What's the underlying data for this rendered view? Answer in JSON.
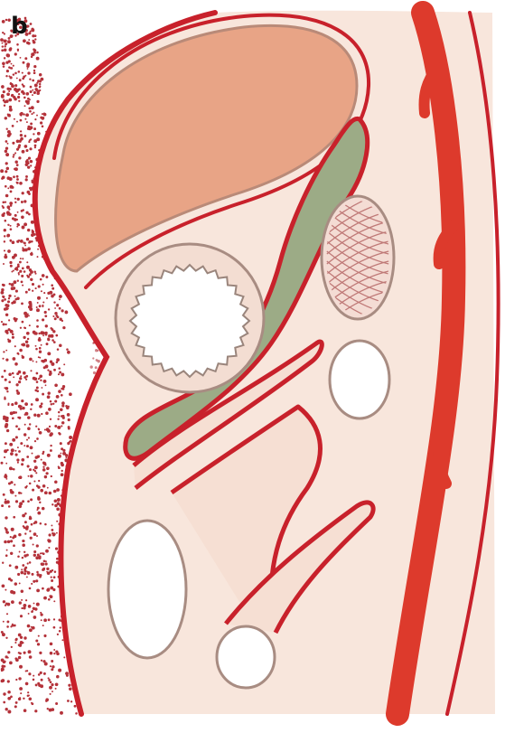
{
  "figure": {
    "panel_label": "b"
  },
  "colors": {
    "background": "#ffffff",
    "tissue": "#f8e6dc",
    "membrane": "#c8212b",
    "artery": "#dd3a2c",
    "organ_fill": "#e8a486",
    "organ_edge": "#b98a78",
    "green_space": "#9cab86",
    "stipple": "#b4323a",
    "lumen": "#ffffff",
    "lumen_edge": "#a88c82"
  },
  "icons": {
    "stipple": "dot-stipple-texture",
    "vessel": "blood-vessel"
  }
}
